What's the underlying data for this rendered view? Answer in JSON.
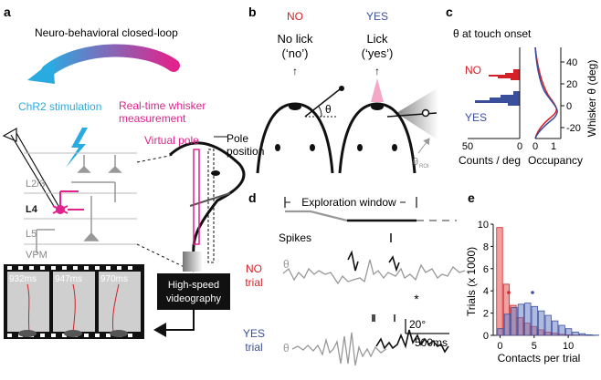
{
  "panels": {
    "a": {
      "letter": "a",
      "title": "Neuro-behavioral closed-loop",
      "chr2_label": "ChR2 stimulation",
      "realtime_label_1": "Real-time whisker",
      "realtime_label_2": "measurement",
      "virtual_pole": "Virtual pole",
      "pole_position_1": "Pole",
      "pole_position_2": "position",
      "layers": [
        "L2/3",
        "L4",
        "L5",
        "VPM"
      ],
      "frame_times": [
        "932ms",
        "947ms",
        "970ms"
      ],
      "hs_video_1": "High-speed",
      "hs_video_2": "videography"
    },
    "b": {
      "letter": "b",
      "no_header": "NO",
      "yes_header": "YES",
      "no_action_1": "No lick",
      "no_action_2": "(‘no’)",
      "yes_action_1": "Lick",
      "yes_action_2": "(‘yes’)",
      "theta": "θ",
      "theta_roi": "θ",
      "roi_sub": "ROI"
    },
    "c": {
      "letter": "c",
      "title": "θ at touch onset",
      "no_label": "NO",
      "yes_label": "YES",
      "xlabel_left": "Counts / deg",
      "xlabel_right": "Occupancy",
      "ylabel": "Whisker θ (deg)",
      "left_ticks": [
        "50",
        "0"
      ],
      "right_ticks": [
        "0",
        "1"
      ],
      "y_ticks": [
        "40",
        "20",
        "0",
        "-20"
      ]
    },
    "d": {
      "letter": "d",
      "window_label": "Exploration window",
      "spikes_label": "Spikes",
      "no_trial_1": "NO",
      "no_trial_2": "trial",
      "yes_trial_1": "YES",
      "yes_trial_2": "trial",
      "theta": "θ",
      "scale_deg": "20°",
      "scale_time": "500ms",
      "star": "*"
    },
    "e": {
      "letter": "e",
      "ylabel": "Trials (x 1000)",
      "xlabel": "Contacts per trial",
      "y_ticks": [
        "10",
        "8",
        "6",
        "4",
        "2",
        "0"
      ],
      "x_ticks": [
        "0",
        "5",
        "10"
      ]
    }
  },
  "colors": {
    "no": "#d42026",
    "yes": "#3a4f9c",
    "magenta": "#e0238c",
    "cyan": "#29abe2",
    "grey": "#8c8c8c"
  },
  "chart_data": {
    "type": "bar",
    "xlabel": "Contacts per trial",
    "ylabel": "Trials (x 1000)",
    "ylim": [
      0,
      10
    ],
    "categories": [
      0,
      1,
      2,
      3,
      4,
      5,
      6,
      7,
      8,
      9,
      10,
      11,
      12,
      13,
      14
    ],
    "series": [
      {
        "values": [
          9.7,
          4.6,
          2.7,
          1.6,
          1.1,
          0.8,
          0.5,
          0.3,
          0.2,
          0.1,
          0.05,
          0.03,
          0.02,
          0.01,
          0.0
        ]
      },
      {
        "values": [
          0.6,
          1.9,
          2.5,
          2.8,
          2.9,
          2.6,
          2.2,
          1.8,
          1.3,
          0.9,
          0.6,
          0.3,
          0.15,
          0.05,
          0.02
        ]
      }
    ]
  }
}
